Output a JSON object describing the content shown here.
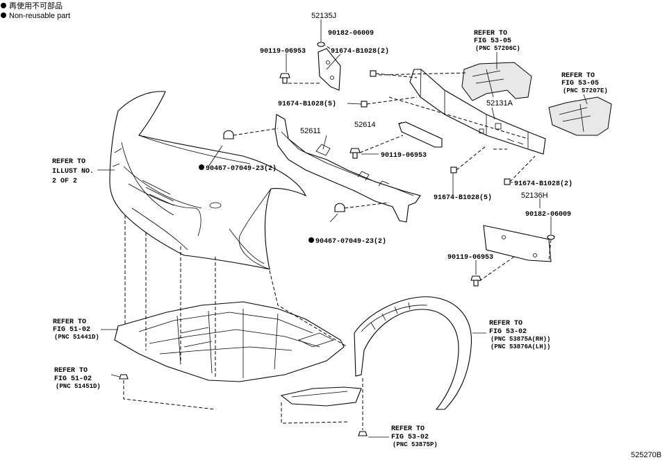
{
  "legend": {
    "japanese": "再使用不可部品",
    "english": "Non-reusable part"
  },
  "diagram_id": "525270B",
  "labels": {
    "p52135J": "52135J",
    "p90182_06009_top": "90182-06009",
    "p90119_06953_top": "90119-06953",
    "p91674_B1028_2_top": "91674-B1028(2)",
    "refer_53_05_a_1": "REFER TO",
    "refer_53_05_a_2": "FIG 53-05",
    "refer_53_05_a_3": "(PNC 57206C)",
    "refer_53_05_b_1": "REFER TO",
    "refer_53_05_b_2": "FIG 53-05",
    "refer_53_05_b_3": "(PNC 57207E)",
    "p91674_B1028_5_left": "91674-B1028(5)",
    "p52611": "52611",
    "p52614": "52614",
    "p52131A": "52131A",
    "refer_illust_1": "REFER TO",
    "refer_illust_2": "ILLUST NO.",
    "refer_illust_3": "2 OF 2",
    "p90467_a": "90467-07049-23(2)",
    "p90119_06953_mid": "90119-06953",
    "p91674_B1028_5_right": "91674-B1028(5)",
    "p91674_B1028_2_right": "91674-B1028(2)",
    "p52136H": "52136H",
    "p90182_06009_right": "90182-06009",
    "p90467_b": "90467-07049-23(2)",
    "p90119_06953_right": "90119-06953",
    "refer_51_02_a_1": "REFER TO",
    "refer_51_02_a_2": "FIG 51-02",
    "refer_51_02_a_3": "(PNC 51441D)",
    "refer_53_02_a_1": "REFER TO",
    "refer_53_02_a_2": "FIG 53-02",
    "refer_53_02_a_3": "(PNC 53875A(RH))",
    "refer_53_02_a_4": "(PNC 53876A(LH))",
    "refer_51_02_b_1": "REFER TO",
    "refer_51_02_b_2": "FIG 51-02",
    "refer_51_02_b_3": "(PNC 51451D)",
    "refer_53_02_b_1": "REFER TO",
    "refer_53_02_b_2": "FIG 53-02",
    "refer_53_02_b_3": "(PNC 53875P)"
  }
}
